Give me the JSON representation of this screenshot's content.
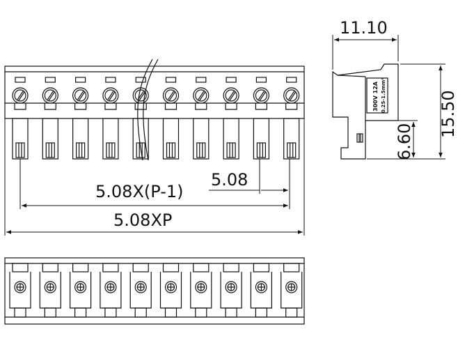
{
  "dimensions": {
    "width_side": "11.10",
    "height_side": "15.50",
    "pin_height": "6.60",
    "pitch": "5.08",
    "span_pitch": "5.08X(P-1)",
    "total_length": "5.08XP"
  },
  "side_label": {
    "rating": "300V 12A",
    "wire": "0.25-1.5mm²"
  },
  "pole_count": 10
}
